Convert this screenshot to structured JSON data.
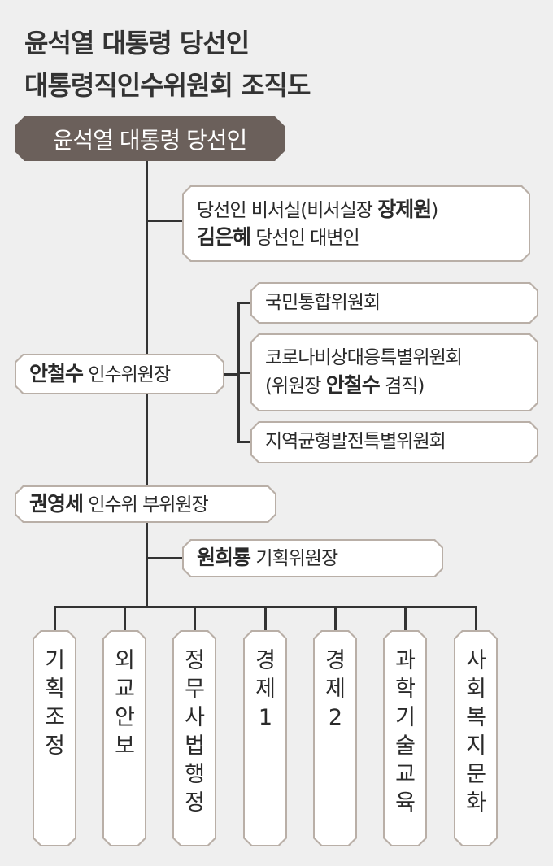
{
  "title": {
    "line1": "윤석열 대통령 당선인",
    "line2": "대통령직인수위원회 조직도"
  },
  "head": "윤석열 대통령 당선인",
  "secretariat": {
    "a": "당선인 비서실(비서실장 ",
    "b": "장제원",
    "c": ")",
    "d": "김은혜",
    "e": " 당선인 대변인"
  },
  "chair": {
    "name": "안철수",
    "role": " 인수위원장"
  },
  "committees": [
    {
      "label": "국민통합위원회"
    },
    {
      "label": "코로나비상대응특별위원회",
      "sub_a": "(위원장 ",
      "sub_name": "안철수",
      "sub_b": " 겸직)"
    },
    {
      "label": "지역균형발전특별위원회"
    }
  ],
  "vice": {
    "name": "권영세",
    "role": " 인수위 부위원장"
  },
  "planning": {
    "name": "원희룡",
    "role": " 기획위원장"
  },
  "subcommittees": [
    "기획조정",
    "외교안보",
    "정무사법행정",
    "경제1",
    "경제2",
    "과학기술교육",
    "사회복지문화"
  ],
  "colors": {
    "head_bg": "#6b605b",
    "border": "#b9afa7",
    "line": "#333333",
    "bg": "#efefef"
  }
}
